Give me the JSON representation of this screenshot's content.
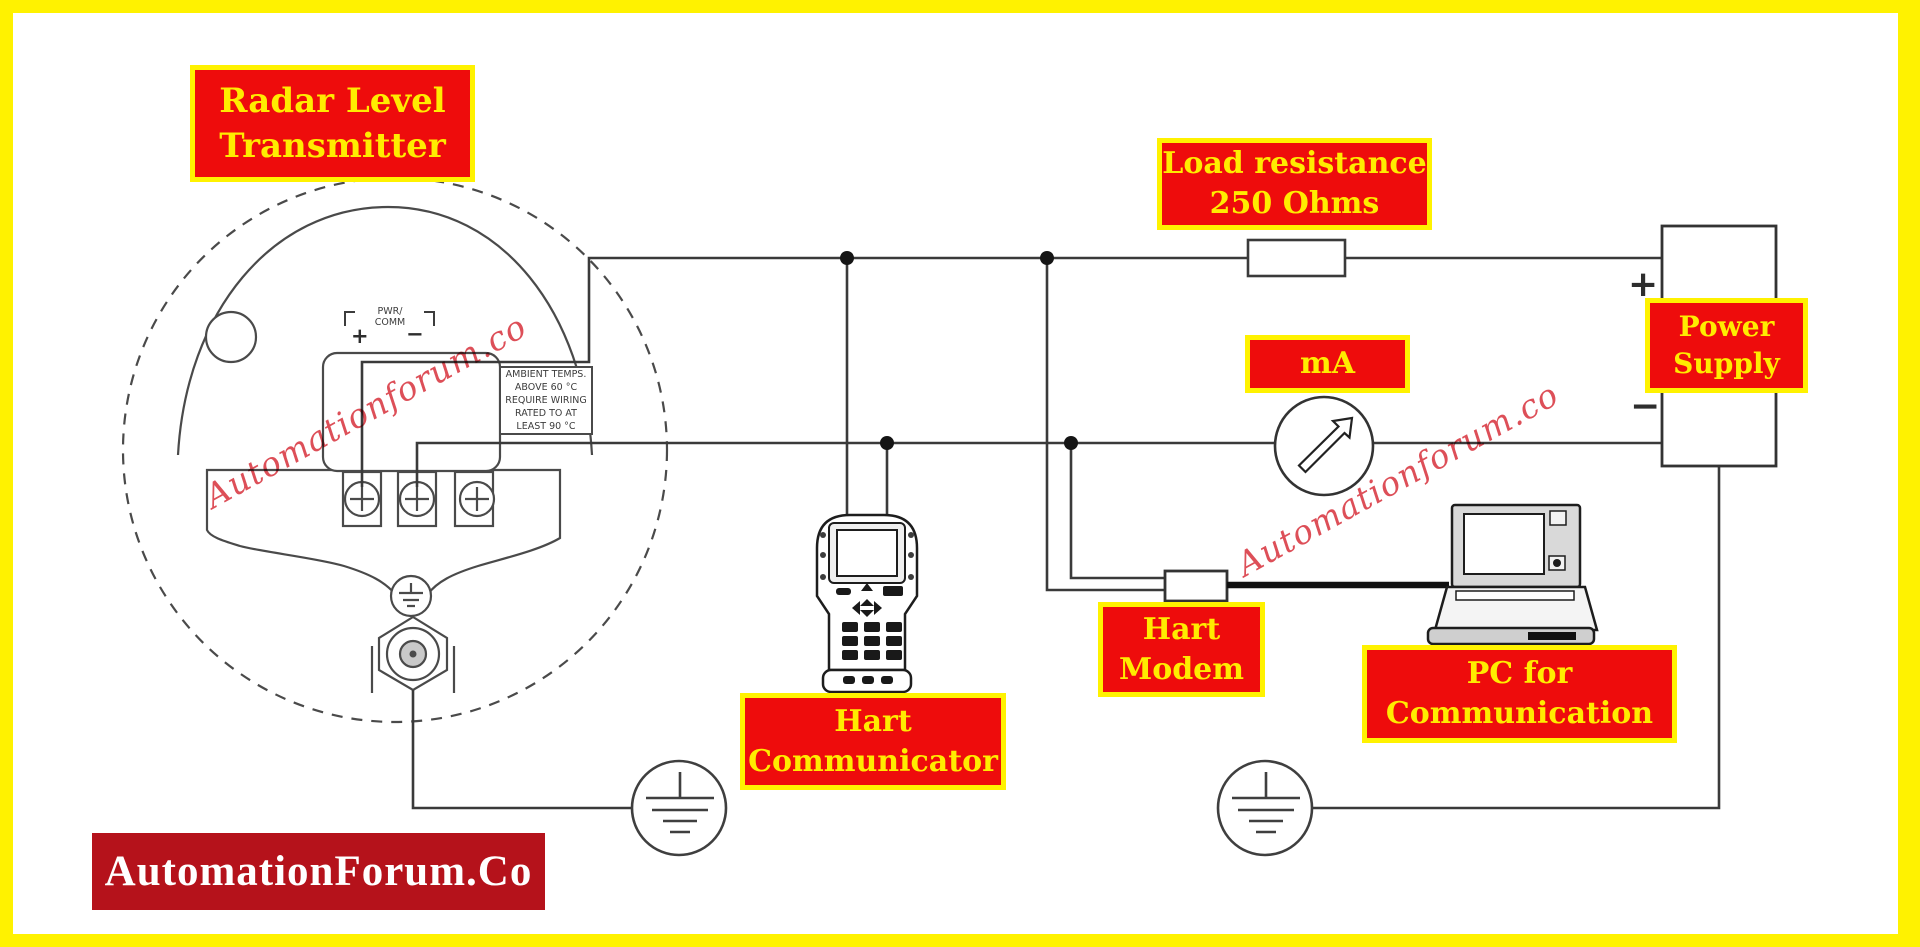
{
  "labels": {
    "radar": {
      "line1": "Radar Level",
      "line2": "Transmitter"
    },
    "load": {
      "line1": "Load resistance",
      "line2": "250 Ohms"
    },
    "ma": {
      "text": "mA"
    },
    "power": {
      "line1": "Power",
      "line2": "Supply"
    },
    "hart_modem": {
      "line1": "Hart",
      "line2": "Modem"
    },
    "hart_comm": {
      "line1": "Hart",
      "line2": "Communicator"
    },
    "pc": {
      "line1": "PC for",
      "line2": "Communication"
    }
  },
  "transmitter": {
    "terminal_label_line1": "PWR/",
    "terminal_label_line2": "COMM",
    "plus": "+",
    "minus": "−",
    "note_lines": [
      "AMBIENT TEMPS.",
      "ABOVE 60 °C",
      "REQUIRE WIRING",
      "RATED TO AT",
      "LEAST 90 °C"
    ]
  },
  "power_supply": {
    "plus": "+",
    "minus": "−"
  },
  "watermark": {
    "text": "Automationforum.co"
  },
  "logo": {
    "text": "AutomationForum.Co"
  },
  "colors": {
    "frame_yellow": "#FFF200",
    "label_red": "#EE0C0C",
    "label_text_yellow": "#FFEC00",
    "logo_red": "#B5121B",
    "watermark_red": "#DD4F58",
    "wire": "#3A3A3A"
  }
}
